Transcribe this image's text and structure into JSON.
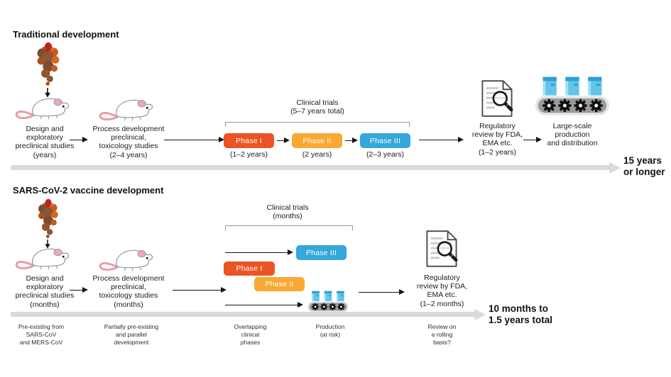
{
  "colors": {
    "phase1": "#EB5424",
    "phase2": "#F9A832",
    "phase3": "#34A7DC",
    "timeline_gray": "#DADADA"
  },
  "icons": {
    "virus": "coronavirus-spike-protein",
    "mouse": "lab-mouse",
    "regulatory": "document-with-magnifier",
    "production": "conveyor-belt-with-vials",
    "down_arrow": "down-arrow",
    "flow_arrow": "right-arrow"
  },
  "traditional": {
    "title": "Traditional development",
    "design_label": "Design and\nexploratory\npreclinical studies\n(years)",
    "process_label": "Process development\npreclinical,\ntoxicology studies\n(2–4 years)",
    "clinical_header": "Clinical trials\n(5–7 years total)",
    "phases": [
      {
        "label": "Phase I",
        "duration": "(1–2 years)",
        "color": "#EB5424"
      },
      {
        "label": "Phase II",
        "duration": "(2 years)",
        "color": "#F9A832"
      },
      {
        "label": "Phase III",
        "duration": "(2–3 years)",
        "color": "#34A7DC"
      }
    ],
    "regulatory_label": "Regulatory\nreview by FDA,\nEMA etc.\n(1–2 years)",
    "production_label": "Large-scale\nproduction\nand distribution",
    "total_label": "15 years\nor longer"
  },
  "sars": {
    "title": "SARS-CoV-2 vaccine development",
    "design_label": "Design and\nexploratory\npreclinical studies\n(months)",
    "process_label": "Process development\npreclinical,\ntoxicology studies\n(months)",
    "clinical_header": "Clinical trials\n(months)",
    "phases": [
      {
        "label": "Phase I",
        "color": "#EB5424"
      },
      {
        "label": "Phase II",
        "color": "#F9A832"
      },
      {
        "label": "Phase III",
        "color": "#34A7DC"
      }
    ],
    "regulatory_label": "Regulatory\nreview by FDA,\nEMA etc.\n(1–2 months)",
    "total_label": "10 months to\n1.5 years total",
    "notes": [
      "Pre-existing from\nSARS-CoV\nand MERS-CoV",
      "Partially pre-existing\nand parallel\ndevelopment",
      "Overlapping\nclinical\nphases",
      "Production\n(at risk)",
      "Review on\na rolling\nbasis?"
    ]
  }
}
